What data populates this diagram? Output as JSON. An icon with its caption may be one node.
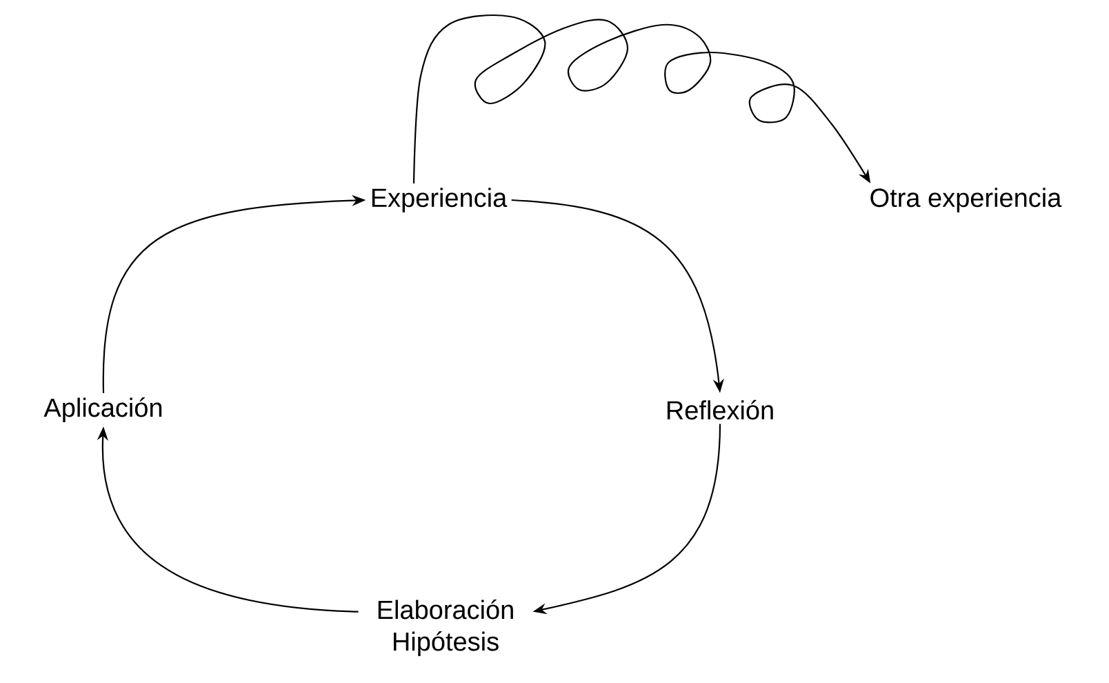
{
  "diagram": {
    "nodes": [
      {
        "text": [
          "Experiencia"
        ]
      },
      {
        "text": [
          "Otra experiencia"
        ]
      },
      {
        "text": [
          "Reflexión"
        ]
      },
      {
        "text": [
          "Elaboración Hipótesis"
        ]
      },
      {
        "text": [
          "Aplicación"
        ]
      }
    ],
    "edges": [
      {
        "from": 0,
        "to": 2,
        "arrow": "to"
      },
      {
        "from": 2,
        "to": 3,
        "arrow": "to"
      },
      {
        "from": 3,
        "to": 4,
        "arrow": "to"
      },
      {
        "from": 4,
        "to": 0,
        "arrow": "to"
      },
      {
        "from": 0,
        "to": 1,
        "arrow": "to"
      }
    ]
  }
}
